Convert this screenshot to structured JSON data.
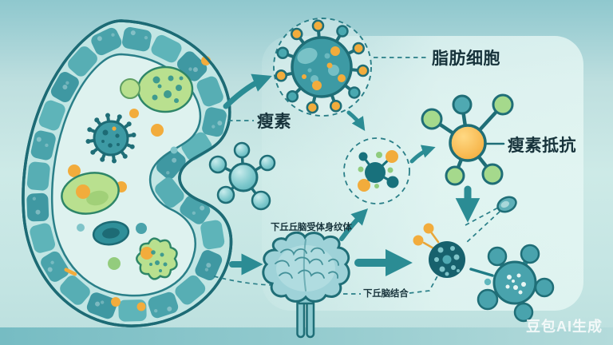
{
  "app": {
    "type": "ai-generated-biology-infographic",
    "watermark": "豆包AI生成"
  },
  "labels": {
    "fat_cell": "脂肪细胞",
    "leptin": "瘦素",
    "leptin_resistance": "瘦素抵抗",
    "hypothalamus_receptor": "下丘丘脑受体身纹体",
    "hypothalamus_binding": "下丘脑结合"
  },
  "nodes": [
    {
      "id": "adipose-tissue-cell",
      "icon": "segmented-cell-icon"
    },
    {
      "id": "fat-cell-node",
      "icon": "spiky-virus-cell-icon"
    },
    {
      "id": "leptin-molecule",
      "icon": "teal-molecule-icon"
    },
    {
      "id": "receptor-binding-node",
      "icon": "ligand-binding-icon"
    },
    {
      "id": "leptin-resistance-complex",
      "icon": "orange-hub-molecule-icon"
    },
    {
      "id": "hypothalamus-brain",
      "icon": "brain-icon"
    },
    {
      "id": "bound-receptor-cell",
      "icon": "dark-dotted-sphere-icon"
    },
    {
      "id": "neuron-cell",
      "icon": "five-armed-cell-icon"
    },
    {
      "id": "small-vesicle",
      "icon": "oval-vesicle-icon"
    }
  ],
  "palette": {
    "outline": "#1f6e77",
    "teal_body": "#3d9aa4",
    "teal_light": "#7fc6cb",
    "teal_ball": "#5fb7bd",
    "green_fill": "#b9e08f",
    "green_ball": "#a5d98c",
    "orange": "#f2ac3c",
    "arrow": "#2b8c94",
    "dash": "#2a7f88",
    "dark_node": "#17616d",
    "text": "#17333b",
    "bg_top": "#8fc8ce",
    "bg_mid": "#cdeae7",
    "bg_bottom_band": "#7fc0c6",
    "panel": "#e4f6f3",
    "watermark_color": "#ffffff",
    "membrane_segments": [
      "#4aa3ab",
      "#5eb4b9",
      "#3f98a2",
      "#57aeb4"
    ]
  }
}
